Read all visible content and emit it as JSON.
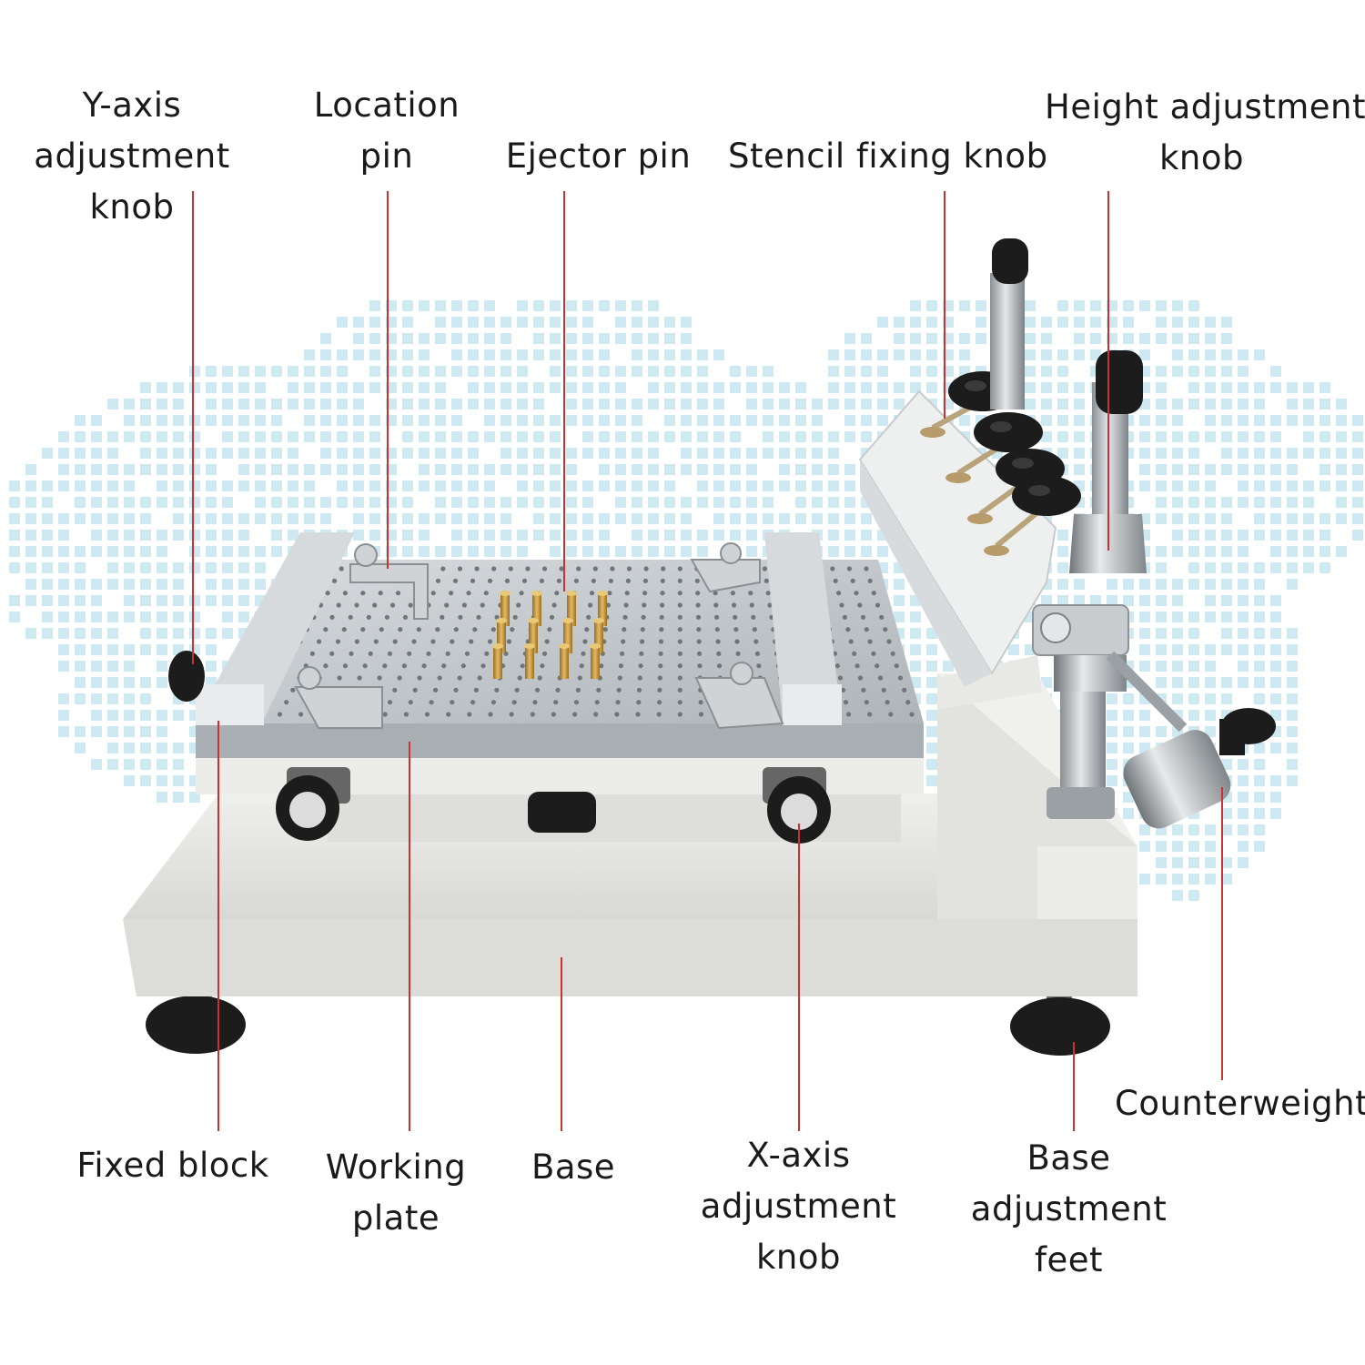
{
  "colors": {
    "leader_line": "#c9322e",
    "label_text": "#1a1a1a",
    "background_map": "#cfe9f3",
    "machine_body": "#e6e6e2",
    "plate": "#c5cacd",
    "knob": "#1c1c1c",
    "brass": "#c99a3e"
  },
  "labels": {
    "y_axis_knob": [
      "Y-axis",
      "adjustment",
      "knob"
    ],
    "location_pin": [
      "Location",
      "pin"
    ],
    "ejector_pin": [
      "Ejector pin"
    ],
    "stencil_fixing_knob": [
      "Stencil fixing knob"
    ],
    "height_adjustment_knob": [
      "Height adjustment",
      "knob"
    ],
    "fixed_block": [
      "Fixed block"
    ],
    "working_plate": [
      "Working",
      "plate"
    ],
    "base": [
      "Base"
    ],
    "x_axis_knob": [
      "X-axis",
      "adjustment",
      "knob"
    ],
    "base_adjustment_feet": [
      "Base",
      "adjustment",
      "feet"
    ],
    "counterweight": [
      "Counterweight"
    ]
  },
  "icons": {
    "background": "world-map-dots-icon",
    "product": "stencil-printer-icon"
  }
}
